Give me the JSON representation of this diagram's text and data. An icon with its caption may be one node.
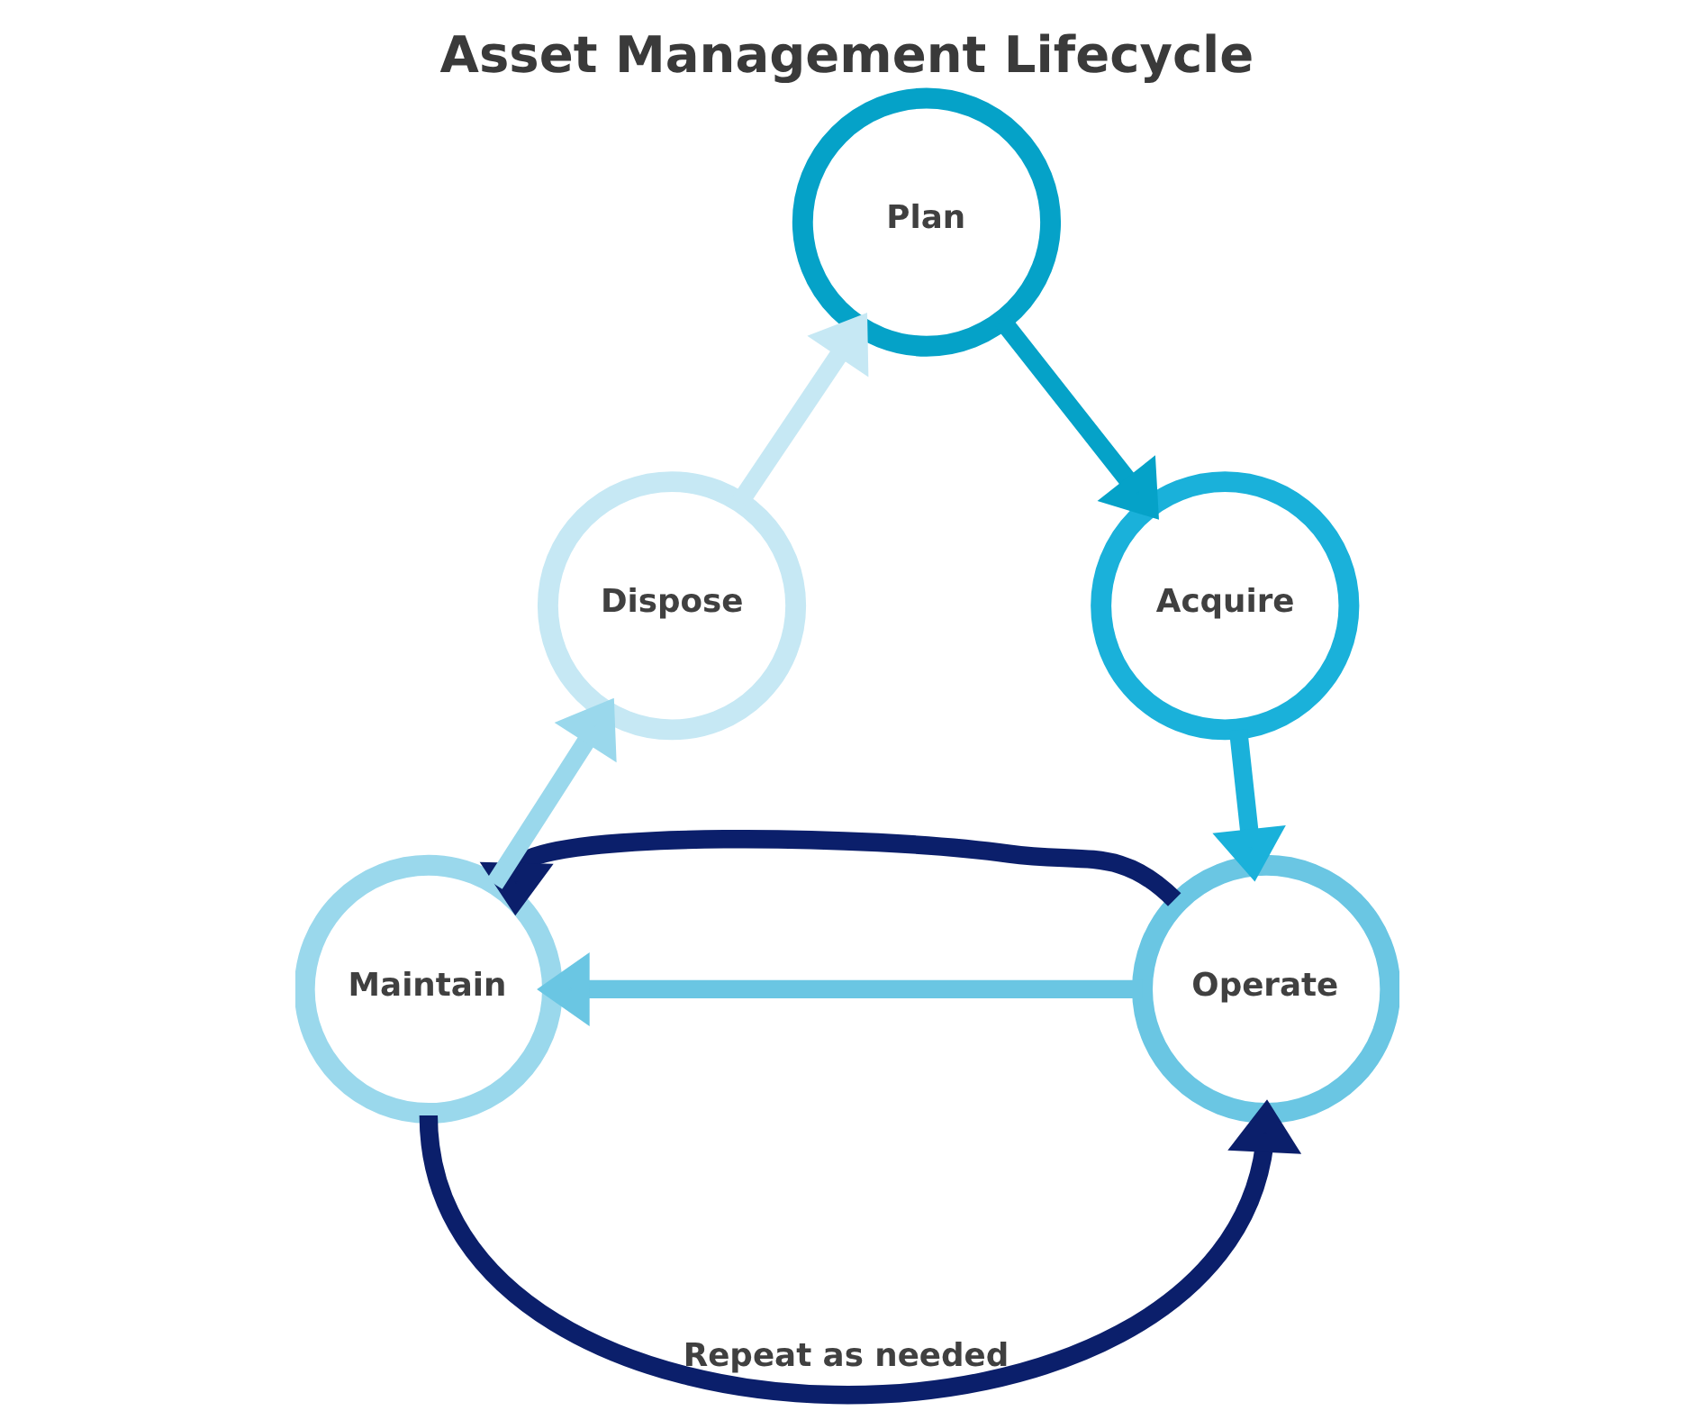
{
  "diagram": {
    "title": "Asset Management Lifecycle",
    "nodes": [
      {
        "text": [
          "Plan"
        ]
      },
      {
        "text": [
          "Acquire"
        ]
      },
      {
        "text": [
          "Operate"
        ]
      },
      {
        "text": [
          "Maintain"
        ]
      },
      {
        "text": [
          "Dispose"
        ]
      }
    ],
    "edges": [
      {
        "from": 4,
        "to": 0,
        "arrow": "to",
        "color": "#c6e8f4"
      },
      {
        "from": 0,
        "to": 1,
        "arrow": "to",
        "color": "#05a2c8"
      },
      {
        "from": 1,
        "to": 2,
        "arrow": "to",
        "color": "#1ab1da"
      },
      {
        "from": 2,
        "to": 3,
        "arrow": "to",
        "color": "#6ac6e3"
      },
      {
        "from": 3,
        "to": 4,
        "arrow": "to",
        "color": "#9ad8ec"
      },
      {
        "from": 2,
        "to": 3,
        "arrow": "to",
        "color": "#0b1f6b"
      },
      {
        "from": 3,
        "to": 2,
        "arrow": "to",
        "label": "Repeat as needed",
        "color": "#0b1f6b"
      }
    ]
  }
}
